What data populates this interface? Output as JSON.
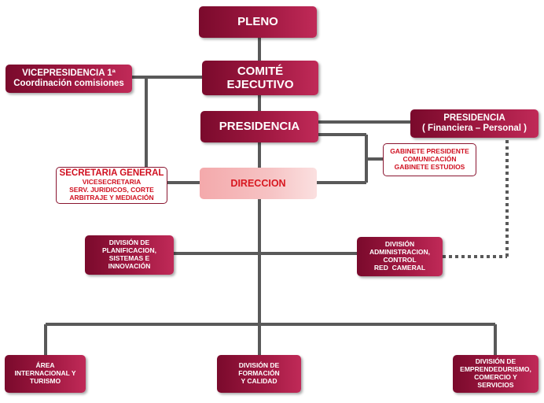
{
  "diagram": {
    "pleno": "PLENO",
    "comite": [
      "COMITÉ",
      "EJECUTIVO"
    ],
    "vicepresidencia": [
      "VICEPRESIDENCIA 1ª",
      "Coordinación comisiones"
    ],
    "presidencia": "PRESIDENCIA",
    "presidencia_fin": [
      "PRESIDENCIA",
      "( Financiera – Personal )"
    ],
    "gabinete": [
      "GABINETE PRESIDENTE",
      "COMUNICACIÓN",
      "GABINETE ESTUDIOS"
    ],
    "secretaria": [
      "SECRETARIA GENERAL",
      "VICESECRETARIA",
      "SERV. JURIDICOS, CORTE",
      "ARBITRAJE Y MEDIACIÓN"
    ],
    "direccion": "DIRECCION",
    "planificacion": [
      "DIVISIÓN DE",
      "PLANIFICACION,",
      "SISTEMAS E",
      "INNOVACIÓN"
    ],
    "administracion": [
      "DIVISIÓN",
      "ADMINISTRACION,",
      "CONTROL",
      "RED  CAMERAL"
    ],
    "area": [
      "ÁREA",
      "INTERNACIONAL Y",
      "TURISMO"
    ],
    "formacion": [
      "DIVISIÓN DE",
      "FORMACIÓN",
      "Y CALIDAD"
    ],
    "emprendedurismo": [
      "DIVISIÓN DE",
      "EMPRENDEDURISMO,",
      "COMERCIO Y",
      "SERVICIOS"
    ]
  },
  "colors": {
    "box": "#a01841",
    "line": "#595959",
    "red_text": "#d01020",
    "pink": "#f6c3c4"
  }
}
